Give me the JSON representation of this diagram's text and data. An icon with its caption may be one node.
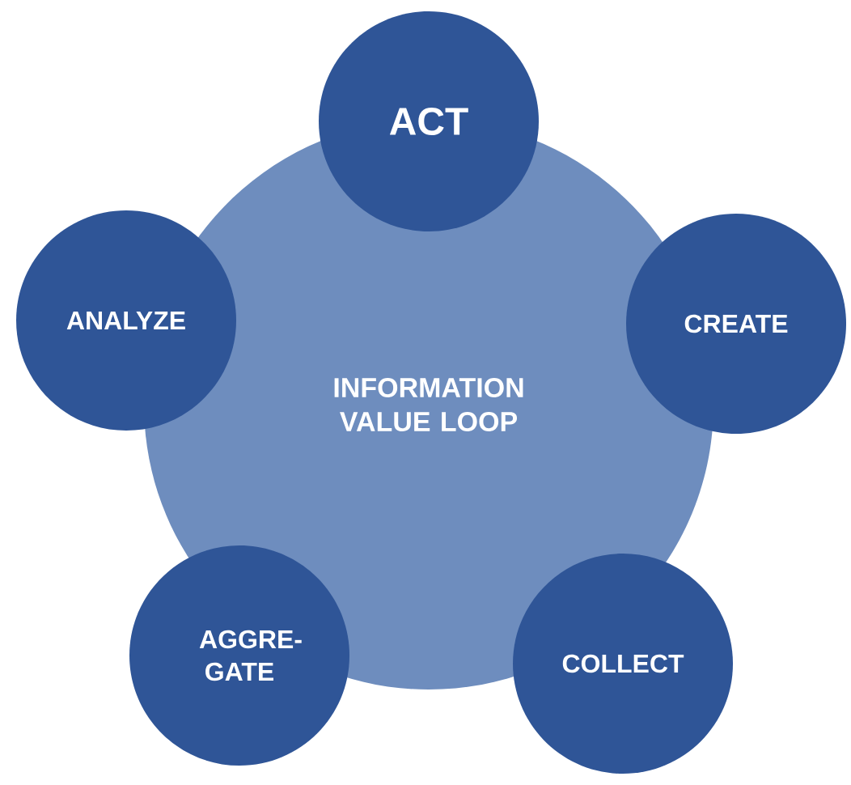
{
  "diagram": {
    "nodes": [
      {
        "text": [
          "INFORMATION VALUE LOOP"
        ]
      },
      {
        "text": [
          "ACT"
        ]
      },
      {
        "text": [
          "CREATE"
        ]
      },
      {
        "text": [
          "COLLECT"
        ]
      },
      {
        "text": [
          "AGGRE- GATE"
        ]
      },
      {
        "text": [
          "ANALYZE"
        ]
      }
    ]
  }
}
